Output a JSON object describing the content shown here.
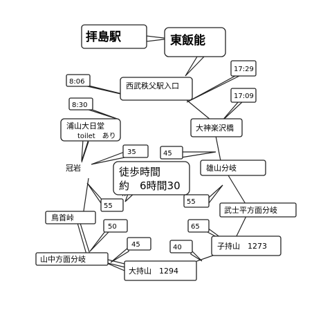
{
  "stations": {
    "haijima": "拝島駅",
    "higashi_hanno": "東飯能"
  },
  "places": {
    "seibu_chichibu_entrance": "西武秩父駅入口",
    "urayama_dainichido": "浦山大日堂",
    "toilet_note": "toilet　あり",
    "kanmuri_iwa": "冠岩",
    "torikubi_toge": "鳥首峠",
    "yamanaka_junction": "山中方面分岐",
    "omochiyama": "大持山　1294",
    "komochiyama": "子持山　1273",
    "bushidaira_junction": "武士平方面分岐",
    "oyama_junction": "雄山分岐",
    "ogamirakusawa_bridge": "大神楽沢橋"
  },
  "times": {
    "t_0806": "8:06",
    "t_0830": "8:30",
    "t_1729": "17:29",
    "t_1709": "17:09"
  },
  "durations": {
    "d_35": "35",
    "d_45_upper": "45",
    "d_55_left": "55",
    "d_55_right": "55",
    "d_50": "50",
    "d_45_lower": "45",
    "d_40": "40",
    "d_65": "65"
  },
  "summary": {
    "label": "徒歩時間",
    "value": "約　6時間30",
    "trail": ".."
  }
}
